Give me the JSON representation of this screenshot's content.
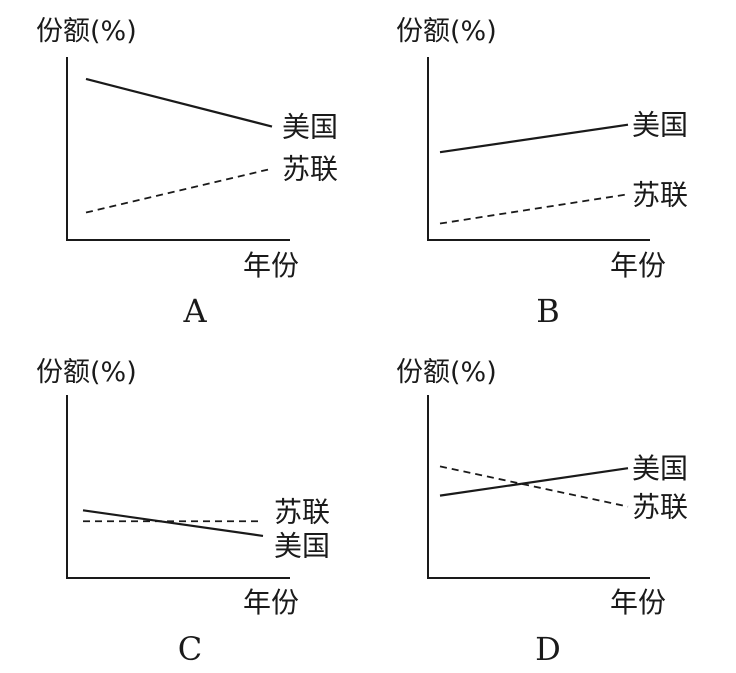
{
  "chart_data": [
    {
      "type": "line",
      "caption": "A",
      "ylabel": "份额(%)",
      "xlabel": "年份",
      "ylim": [
        0,
        100
      ],
      "x": [
        0,
        1
      ],
      "series": [
        {
          "name": "美国",
          "style": "solid",
          "values": [
            88,
            62
          ]
        },
        {
          "name": "苏联",
          "style": "dashed",
          "values": [
            15,
            39
          ]
        }
      ]
    },
    {
      "type": "line",
      "caption": "B",
      "ylabel": "份额(%)",
      "xlabel": "年份",
      "ylim": [
        0,
        100
      ],
      "x": [
        0,
        1
      ],
      "series": [
        {
          "name": "美国",
          "style": "solid",
          "values": [
            48,
            63
          ]
        },
        {
          "name": "苏联",
          "style": "dashed",
          "values": [
            9,
            25
          ]
        }
      ]
    },
    {
      "type": "line",
      "caption": "C",
      "ylabel": "份额(%)",
      "xlabel": "年份",
      "ylim": [
        0,
        100
      ],
      "x": [
        0,
        1
      ],
      "series": [
        {
          "name": "美国",
          "style": "solid",
          "values": [
            37,
            23
          ]
        },
        {
          "name": "苏联",
          "style": "dashed",
          "values": [
            31,
            31
          ]
        }
      ]
    },
    {
      "type": "line",
      "caption": "D",
      "ylabel": "份额(%)",
      "xlabel": "年份",
      "ylim": [
        0,
        100
      ],
      "x": [
        0,
        1
      ],
      "series": [
        {
          "name": "美国",
          "style": "solid",
          "values": [
            45,
            60
          ]
        },
        {
          "name": "苏联",
          "style": "dashed",
          "values": [
            61,
            39
          ]
        }
      ]
    }
  ]
}
